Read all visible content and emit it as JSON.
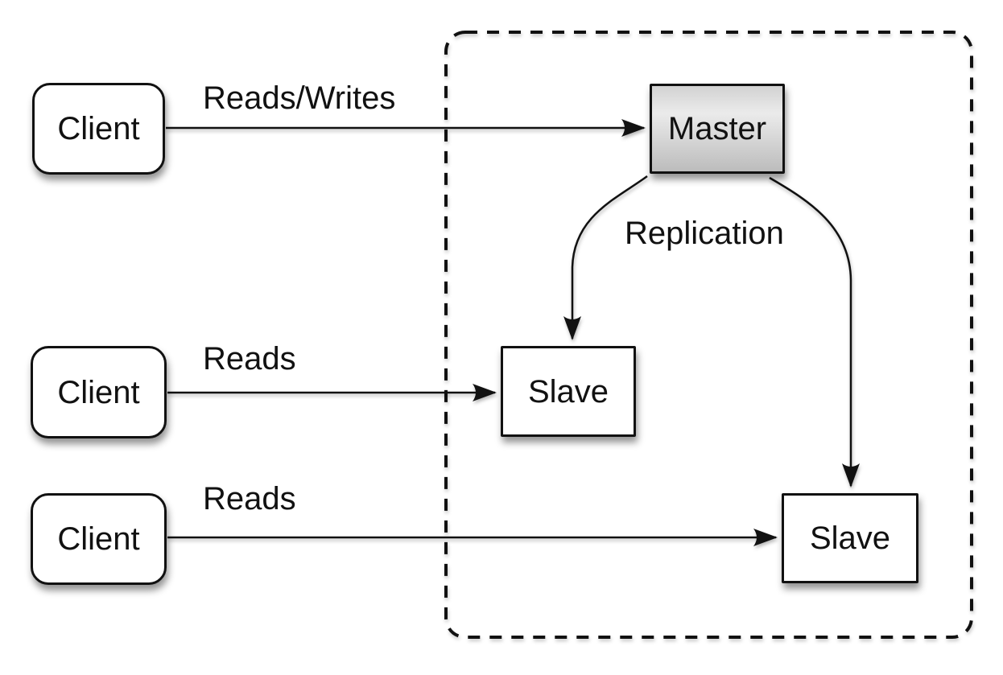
{
  "colors": {
    "stroke_color": "#111111",
    "text_color": "#111111",
    "node_fill": "#ffffff",
    "background": "#ffffff",
    "master_gradient_top": "#d2d2d2",
    "master_gradient_mid": "#ebebeb",
    "master_gradient_bottom": "#bcbcbc"
  },
  "nodes": {
    "client1": {
      "label": "Client"
    },
    "client2": {
      "label": "Client"
    },
    "client3": {
      "label": "Client"
    },
    "master": {
      "label": "Master"
    },
    "slave1": {
      "label": "Slave"
    },
    "slave2": {
      "label": "Slave"
    }
  },
  "edges": {
    "client1_master": {
      "label": "Reads/Writes"
    },
    "client2_slave1": {
      "label": "Reads"
    },
    "client3_slave2": {
      "label": "Reads"
    },
    "master_slaves": {
      "label": "Replication"
    }
  }
}
